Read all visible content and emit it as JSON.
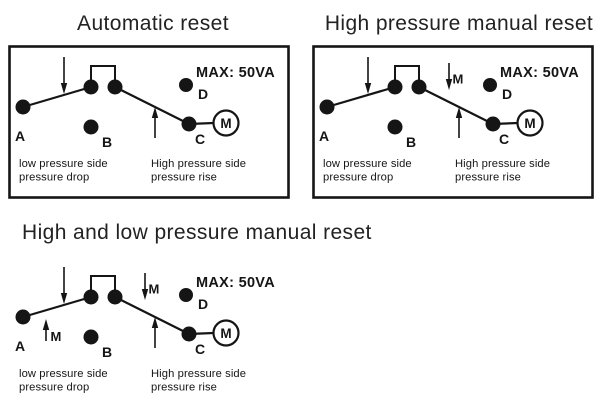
{
  "page": {
    "background_color": "#ffffff",
    "ink_color": "#151515"
  },
  "diagrams": [
    {
      "id": "automatic-reset",
      "title": "Automatic reset",
      "boxed": true,
      "high_pressure_manual_marker": false,
      "low_pressure_manual_marker": false,
      "max_rating_label": "MAX: 50VA",
      "motor_label": "M",
      "manual_marker_label": "M",
      "terminals": {
        "a": "A",
        "b": "B",
        "c": "C",
        "d": "D"
      },
      "captions": {
        "low_side_line1": "low pressure side",
        "low_side_line2": "pressure drop",
        "high_side_line1": "High pressure side",
        "high_side_line2": "pressure rise"
      }
    },
    {
      "id": "high-pressure-manual-reset",
      "title": "High pressure manual reset",
      "boxed": true,
      "high_pressure_manual_marker": true,
      "low_pressure_manual_marker": false,
      "max_rating_label": "MAX: 50VA",
      "motor_label": "M",
      "manual_marker_label": "M",
      "terminals": {
        "a": "A",
        "b": "B",
        "c": "C",
        "d": "D"
      },
      "captions": {
        "low_side_line1": "low pressure side",
        "low_side_line2": "pressure drop",
        "high_side_line1": "High pressure side",
        "high_side_line2": "pressure rise"
      }
    },
    {
      "id": "high-and-low-pressure-manual-reset",
      "title": "High and low pressure manual reset",
      "boxed": false,
      "high_pressure_manual_marker": true,
      "low_pressure_manual_marker": true,
      "max_rating_label": "MAX: 50VA",
      "motor_label": "M",
      "manual_marker_label": "M",
      "terminals": {
        "a": "A",
        "b": "B",
        "c": "C",
        "d": "D"
      },
      "captions": {
        "low_side_line1": "low pressure side",
        "low_side_line2": "pressure drop",
        "high_side_line1": "High pressure side",
        "high_side_line2": "pressure rise"
      }
    }
  ]
}
